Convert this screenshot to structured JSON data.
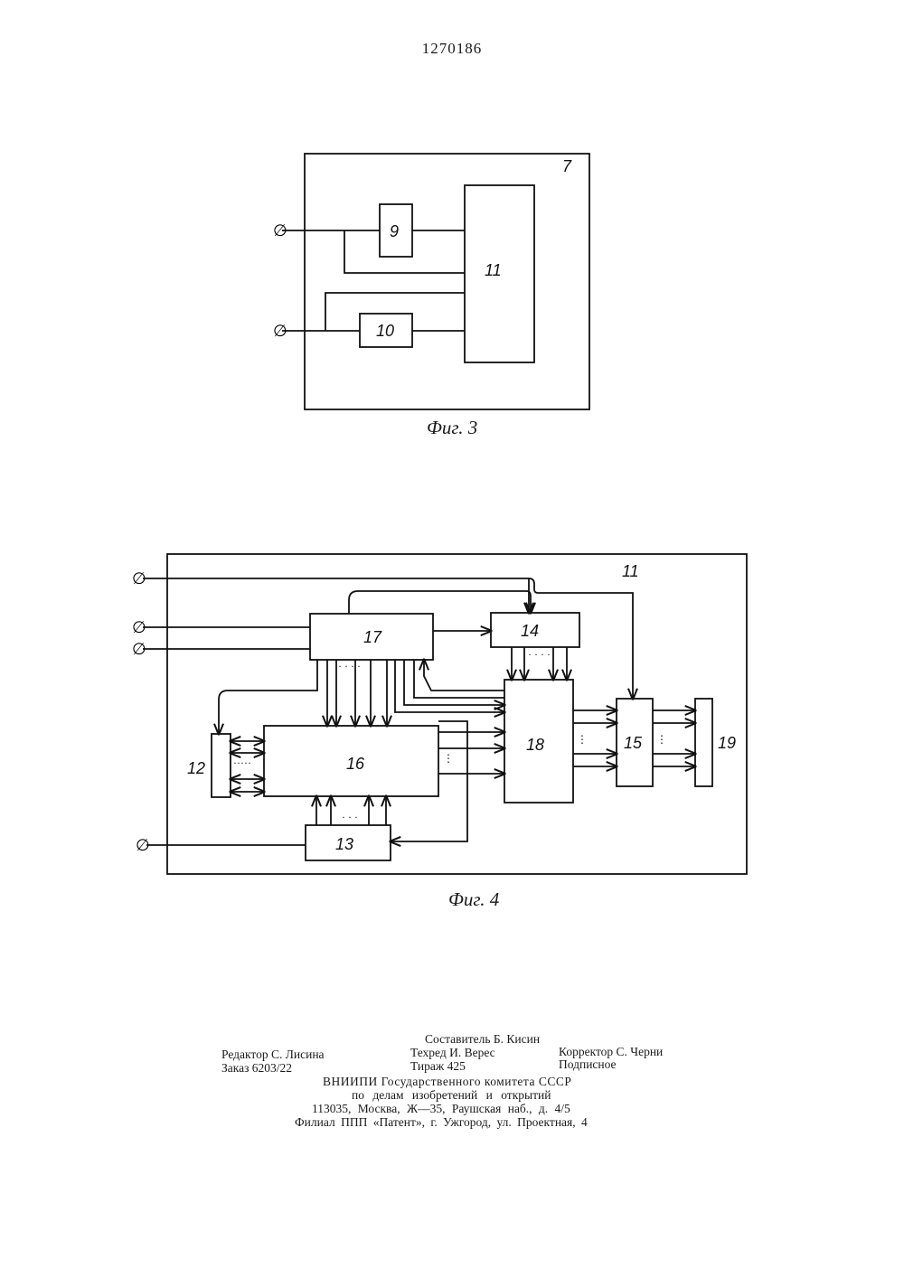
{
  "patent_number": "1270186",
  "fig3": {
    "caption": "Фиг. 3",
    "labels": {
      "outer": "7",
      "b9": "9",
      "b10": "10",
      "b11": "11"
    },
    "input_symbol": "∅"
  },
  "fig4": {
    "caption": "Фиг. 4",
    "labels": {
      "outer": "11",
      "b12": "12",
      "b13": "13",
      "b14": "14",
      "b15": "15",
      "b16": "16",
      "b17": "17",
      "b18": "18",
      "b19": "19"
    },
    "input_symbol": "∅"
  },
  "imprint": {
    "compiler": "Составитель Б. Кисин",
    "editor": "Редактор С. Лисина",
    "techred": "Техред И. Верес",
    "corrector": "Корректор С. Черни",
    "order": "Заказ 6203/22",
    "circulation": "Тираж 425",
    "subscription": "Подписное",
    "line1": "ВНИИПИ Государственного комитета СССР",
    "line2": "по делам изобретений и открытий",
    "line3": "113035, Москва, Ж—35, Раушская наб., д. 4/5",
    "line4": "Филиал ППП «Патент», г. Ужгород, ул. Проектная, 4"
  }
}
